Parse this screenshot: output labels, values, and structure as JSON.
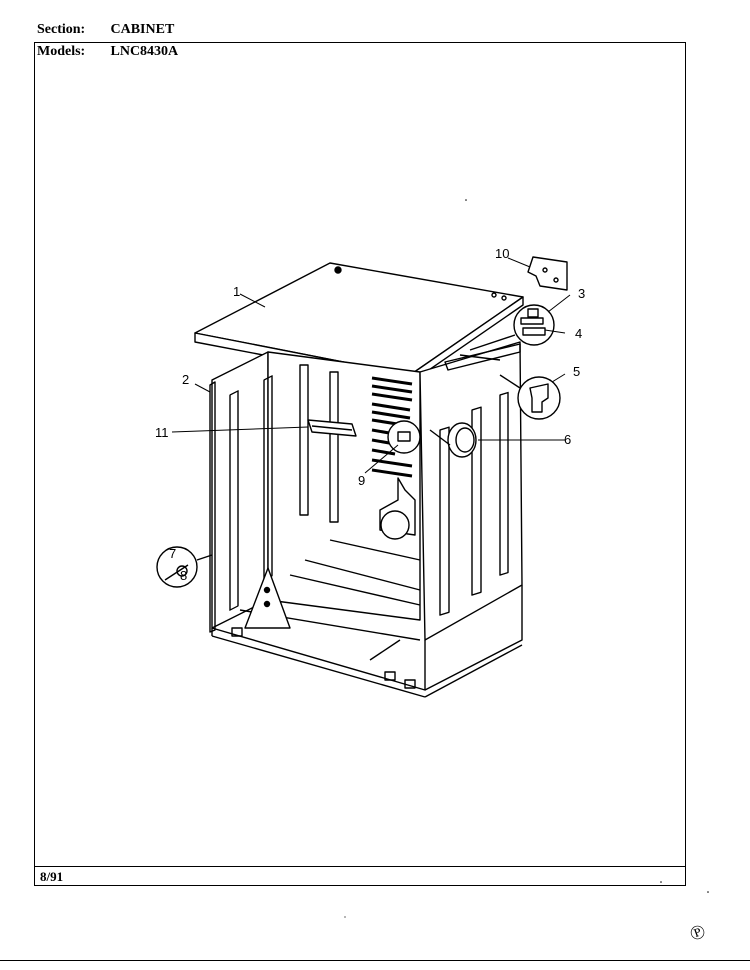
{
  "header": {
    "section_label": "Section:",
    "section_value": "CABINET",
    "models_label": "Models:",
    "models_value": "LNC8430A"
  },
  "footer": {
    "date": "8/91"
  },
  "callouts": [
    "1",
    "2",
    "3",
    "4",
    "5",
    "6",
    "7",
    "8",
    "9",
    "10",
    "11"
  ]
}
